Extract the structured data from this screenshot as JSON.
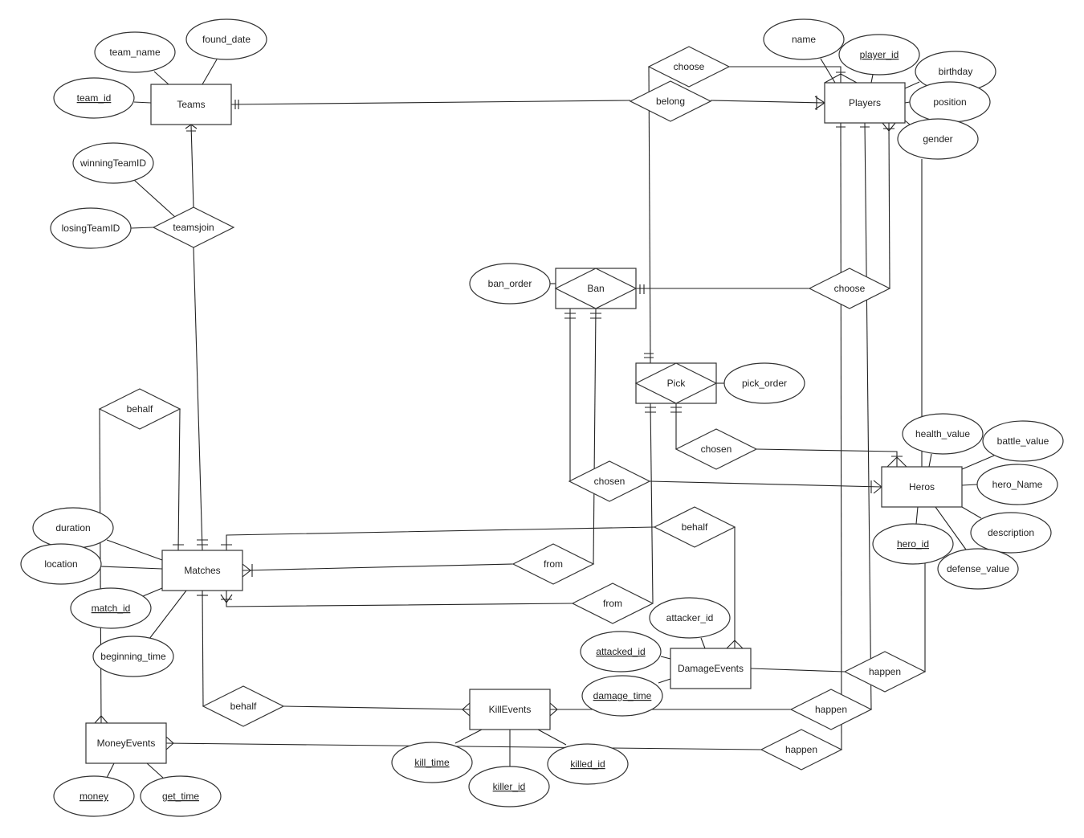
{
  "entities": {
    "teams": "Teams",
    "players": "Players",
    "matches": "Matches",
    "heros": "Heros",
    "damage": "DamageEvents",
    "kill": "KillEvents",
    "money": "MoneyEvents",
    "ban": "Ban",
    "pick": "Pick"
  },
  "relationships": {
    "choose_top": "choose",
    "belong": "belong",
    "teamsjoin": "teamsjoin",
    "choose_right": "choose",
    "behalf_left": "behalf",
    "chosen_pick": "chosen",
    "chosen_ban": "chosen",
    "behalf_right": "behalf",
    "from1": "from",
    "from2": "from",
    "behalf_bottom": "behalf",
    "happen1": "happen",
    "happen2": "happen",
    "happen3": "happen"
  },
  "attributes": {
    "team_name": {
      "label": "team_name",
      "key": false
    },
    "found_date": {
      "label": "found_date",
      "key": false
    },
    "team_id": {
      "label": "team_id",
      "key": true
    },
    "winningTeamID": {
      "label": "winningTeamID",
      "key": false
    },
    "losingTeamID": {
      "label": "losingTeamID",
      "key": false
    },
    "name": {
      "label": "name",
      "key": false
    },
    "player_id": {
      "label": "player_id",
      "key": true
    },
    "birthday": {
      "label": "birthday",
      "key": false
    },
    "position": {
      "label": "position",
      "key": false
    },
    "gender": {
      "label": "gender",
      "key": false
    },
    "ban_order": {
      "label": "ban_order",
      "key": false
    },
    "pick_order": {
      "label": "pick_order",
      "key": false
    },
    "health_value": {
      "label": "health_value",
      "key": false
    },
    "battle_value": {
      "label": "battle_value",
      "key": false
    },
    "hero_Name": {
      "label": "hero_Name",
      "key": false
    },
    "description": {
      "label": "description",
      "key": false
    },
    "hero_id": {
      "label": "hero_id",
      "key": true
    },
    "defense_value": {
      "label": "defense_value",
      "key": false
    },
    "duration": {
      "label": "duration",
      "key": false
    },
    "location": {
      "label": "location",
      "key": false
    },
    "match_id": {
      "label": "match_id",
      "key": true
    },
    "beginning_time": {
      "label": "beginning_time",
      "key": false
    },
    "attacker_id": {
      "label": "attacker_id",
      "key": false
    },
    "attacked_id": {
      "label": "attacked_id",
      "key": true
    },
    "damage_time": {
      "label": "damage_time",
      "key": true
    },
    "kill_time": {
      "label": "kill_time",
      "key": true
    },
    "killer_id": {
      "label": "killer_id",
      "key": true
    },
    "killed_id": {
      "label": "killed_id",
      "key": true
    },
    "money": {
      "label": "money",
      "key": true
    },
    "get_time": {
      "label": "get_time",
      "key": true
    }
  }
}
